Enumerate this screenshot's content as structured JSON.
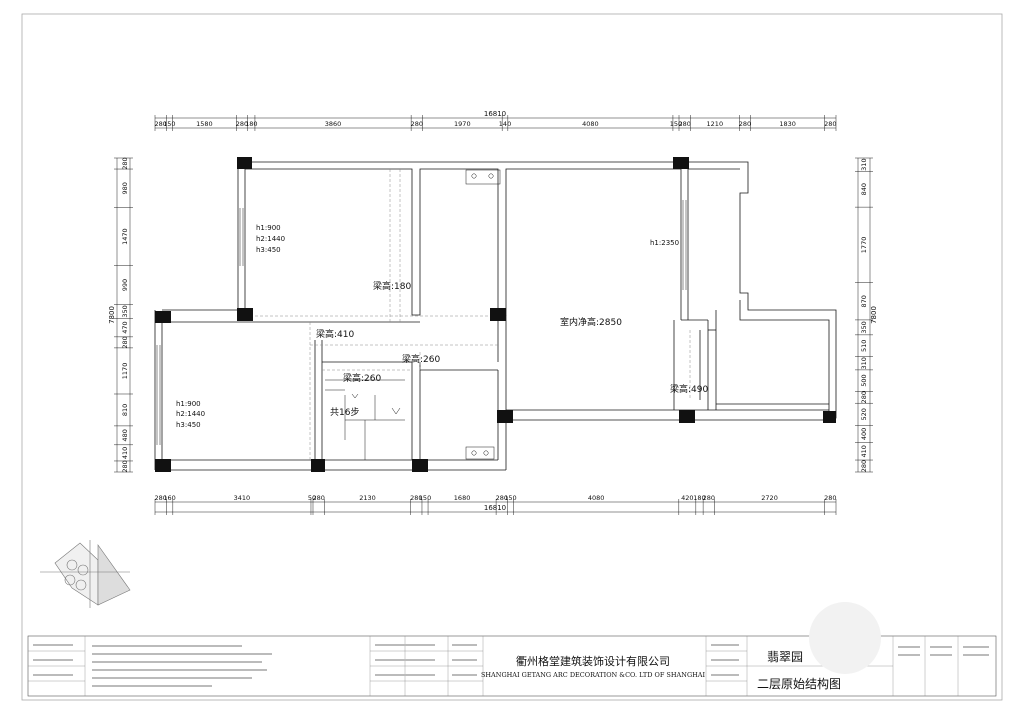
{
  "dimensions": {
    "top_total": "16810",
    "top_segments": [
      "280",
      "150",
      "1580",
      "280",
      "180",
      "3860",
      "280",
      "1970",
      "140",
      "4080",
      "150",
      "280",
      "1210",
      "280",
      "1830",
      "280"
    ],
    "bottom_total": "16810",
    "bottom_segments": [
      "280",
      "160",
      "3410",
      "50",
      "280",
      "2130",
      "280",
      "150",
      "1680",
      "280",
      "150",
      "4080",
      "420",
      "180",
      "280",
      "2720",
      "280"
    ],
    "left_total": "7800",
    "left_segments": [
      "280",
      "980",
      "1470",
      "990",
      "350",
      "470",
      "280",
      "1170",
      "810",
      "480",
      "410",
      "280"
    ],
    "right_total": "7800",
    "right_segments": [
      "310",
      "840",
      "1770",
      "870",
      "350",
      "510",
      "310",
      "500",
      "280",
      "520",
      "400",
      "410",
      "280"
    ]
  },
  "annotations": {
    "window_left_upper": [
      "h1:900",
      "h2:1440",
      "h3:450"
    ],
    "window_left_lower": [
      "h1:900",
      "h2:1440",
      "h3:450"
    ],
    "window_right": "h1:2350",
    "beam_180": "梁高:180",
    "beam_410": "梁高:410",
    "beam_260_a": "梁高:260",
    "beam_260_b": "梁高:260",
    "beam_490": "梁高:490",
    "stairs": "共16步",
    "clear_height": "室内净高:2850"
  },
  "title_block": {
    "company_cn": "衢州格堂建筑装饰设计有限公司",
    "company_en": "SHANGHAI GETANG ARC DECORATION  &CO. LTD OF SHANGHAI",
    "project_name": "翡翠园",
    "drawing_title": "二层原始结构图"
  },
  "colors": {
    "line": "#1a1a1a",
    "column": "#111111",
    "grey": "#9a9a9a"
  }
}
